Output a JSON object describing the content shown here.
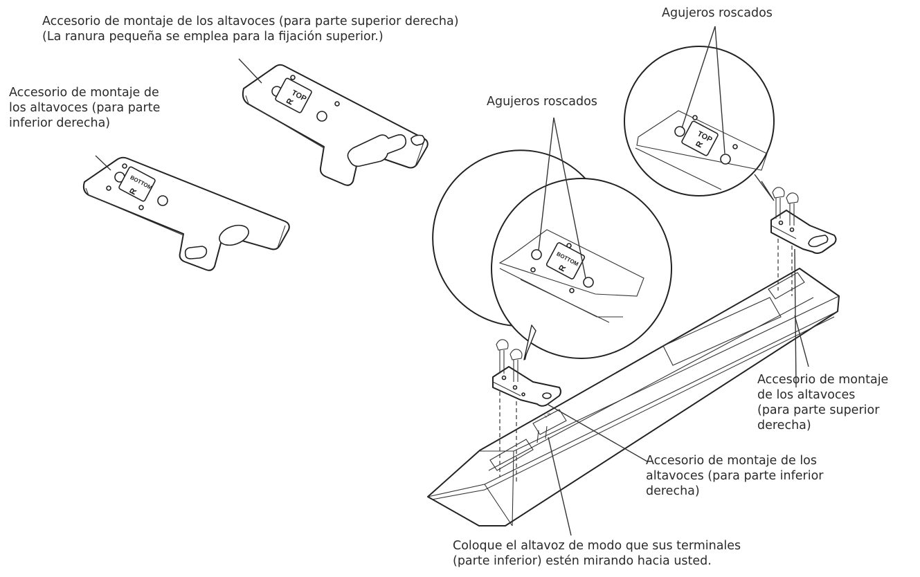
{
  "labels": {
    "top_plate": {
      "line1": "Accesorio de montaje de los altavoces (para parte superior derecha)",
      "line2": "(La ranura pequeña se emplea para la fijación superior.)"
    },
    "bottom_plate": {
      "line1": "Accesorio de montaje de",
      "line2": "los altavoces (para parte",
      "line3": "inferior derecha)"
    },
    "threaded_holes_top": "Agujeros roscados",
    "threaded_holes_bottom": "Agujeros roscados",
    "mount_top_right": {
      "line1": "Accesorio de montaje",
      "line2": "de los altavoces",
      "line3": "(para parte superior",
      "line4": "derecha)"
    },
    "mount_bottom_right": {
      "line1": "Accesorio de montaje de los",
      "line2": "altavoces (para parte inferior",
      "line3": "derecha)"
    },
    "placement_note": {
      "line1": "Coloque el altavoz de modo que sus terminales",
      "line2": "(parte inferior) estén mirando hacia usted."
    }
  },
  "stamps": {
    "top": "TOP",
    "bottom": "BOTTOM",
    "right": "R"
  },
  "colors": {
    "line": "#222222",
    "text": "#2a2a2a",
    "background": "#ffffff"
  }
}
